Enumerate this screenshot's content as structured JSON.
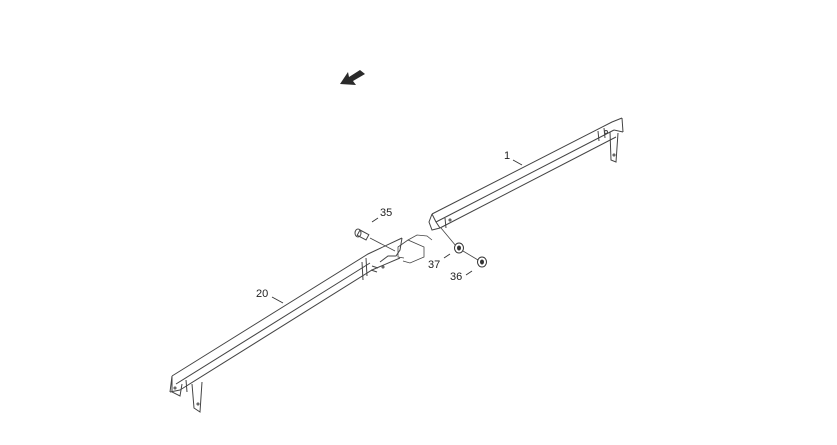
{
  "diagram": {
    "type": "exploded-parts-view",
    "direction_arrow": {
      "icon": "arrow-down-left-icon",
      "color": "#333333"
    },
    "line_color": "#444444",
    "background": "#ffffff",
    "parts": [
      {
        "number": "1",
        "description_shown": "right rail section"
      },
      {
        "number": "20",
        "description_shown": "left rail section"
      },
      {
        "number": "35",
        "description_shown": "bolt"
      },
      {
        "number": "37",
        "description_shown": "washer"
      },
      {
        "number": "36",
        "description_shown": "nut"
      }
    ]
  },
  "callouts": {
    "c1": "1",
    "c20": "20",
    "c35": "35",
    "c37": "37",
    "c36": "36"
  }
}
